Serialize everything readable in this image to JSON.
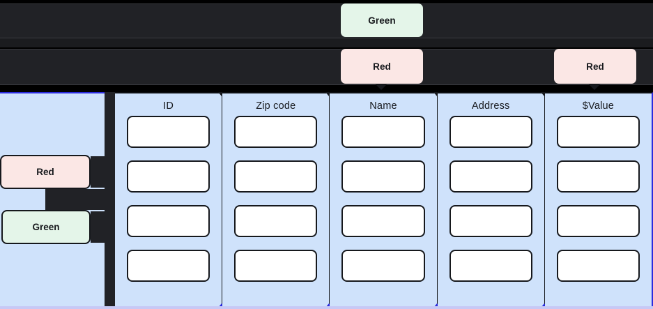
{
  "top_rows": {
    "row1": {
      "badges": [
        {
          "label": "Green",
          "color": "#e4f5e9",
          "name": "badge-top-green"
        }
      ]
    },
    "row2": {
      "badges": [
        {
          "label": "Red",
          "color": "#fbe7e5",
          "name": "badge-mid-red"
        },
        {
          "label": "Red",
          "color": "#fbe7e5",
          "name": "badge-mid-red-2"
        }
      ]
    }
  },
  "sidebar": {
    "badges": [
      {
        "label": "Red",
        "color": "#fbe7e5"
      },
      {
        "label": "Green",
        "color": "#e4f5e9"
      }
    ]
  },
  "table": {
    "columns": [
      {
        "header": "ID",
        "cells": [
          "",
          "",
          "",
          ""
        ]
      },
      {
        "header": "Zip code",
        "cells": [
          "",
          "",
          "",
          ""
        ]
      },
      {
        "header": "Name",
        "cells": [
          "",
          "",
          "",
          ""
        ]
      },
      {
        "header": "Address",
        "cells": [
          "",
          "",
          "",
          ""
        ]
      },
      {
        "header": "$Value",
        "cells": [
          "",
          "",
          "",
          ""
        ]
      }
    ],
    "row_count": 4
  },
  "colors": {
    "panel_blue": "#cfe2fb",
    "accent_blue": "#2b2bdd",
    "dark_row": "#212226",
    "badge_green": "#e4f5e9",
    "badge_red": "#fbe7e5",
    "outline": "#16181c"
  }
}
